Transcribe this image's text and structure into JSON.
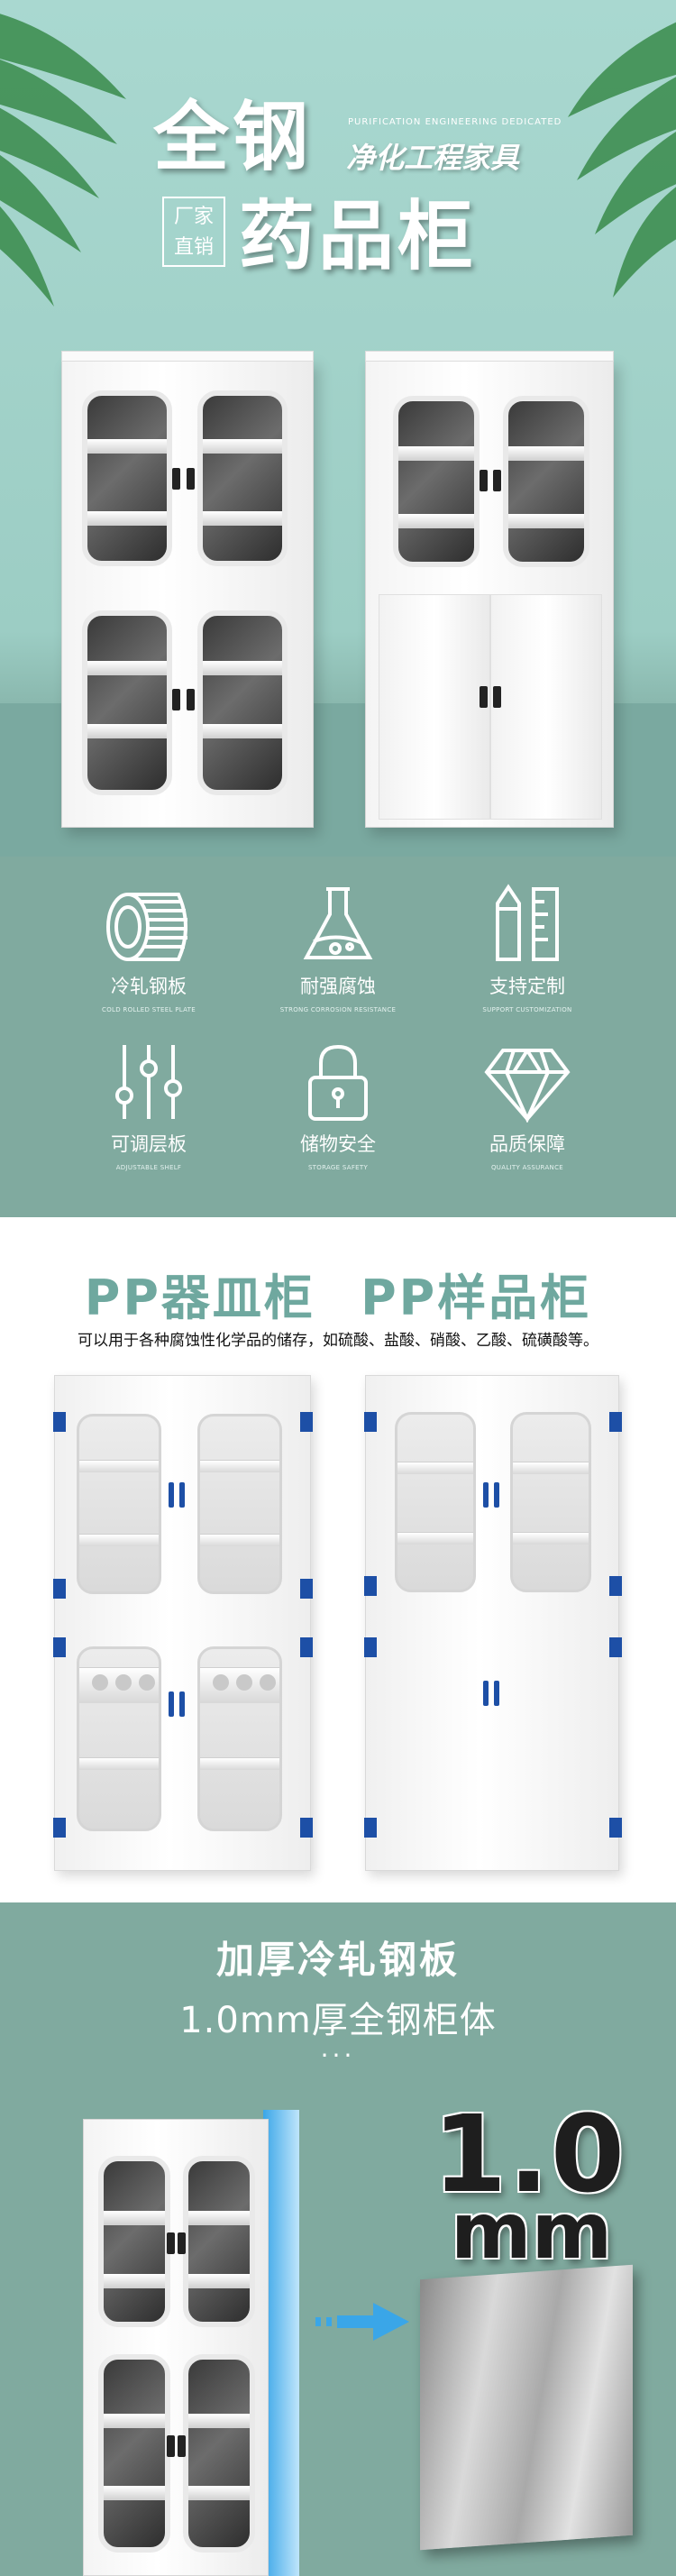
{
  "hero": {
    "title_line1": "全钢",
    "title_line2": "药品柜",
    "subtitle_en": "PURIFICATION ENGINEERING DEDICATED",
    "subtitle_cn": "净化工程家具",
    "badge_line1": "厂家",
    "badge_line2": "直销"
  },
  "features": [
    {
      "icon": "steel-roll-icon",
      "cn": "冷轧钢板",
      "en": "COLD ROLLED STEEL PLATE"
    },
    {
      "icon": "flask-icon",
      "cn": "耐强腐蚀",
      "en": "STRONG CORROSION RESISTANCE"
    },
    {
      "icon": "pencil-ruler-icon",
      "cn": "支持定制",
      "en": "SUPPORT CUSTOMIZATION"
    },
    {
      "icon": "sliders-icon",
      "cn": "可调层板",
      "en": "ADJUSTABLE SHELF"
    },
    {
      "icon": "lock-icon",
      "cn": "储物安全",
      "en": "STORAGE SAFETY"
    },
    {
      "icon": "diamond-icon",
      "cn": "品质保障",
      "en": "QUALITY ASSURANCE"
    }
  ],
  "pp": {
    "title_left": "PP器皿柜",
    "title_right": "PP样品柜",
    "description": "可以用于各种腐蚀性化学品的储存，如硫酸、盐酸、硝酸、乙酸、硫磺酸等。"
  },
  "steel": {
    "title": "加厚冷轧钢板",
    "subtitle": "1.0mm厚全钢柜体",
    "dots": "...",
    "thickness_value": "1.0",
    "thickness_unit": "mm"
  },
  "colors": {
    "teal": "#80aa9f",
    "pp_title": "#6fa89f",
    "pp_blue": "#1d4fa6"
  }
}
